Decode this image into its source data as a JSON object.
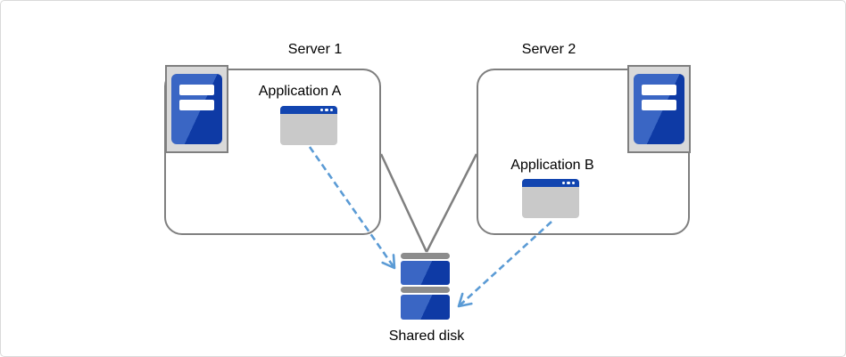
{
  "nodes": {
    "server1": {
      "label": "Server 1",
      "icon": "server-tower-icon"
    },
    "server2": {
      "label": "Server 2",
      "icon": "server-tower-icon"
    },
    "app_a": {
      "label": "Application A",
      "icon": "application-window-icon"
    },
    "app_b": {
      "label": "Application B",
      "icon": "application-window-icon"
    },
    "shared_disk": {
      "label": "Shared disk",
      "icon": "disk-stack-icon"
    }
  },
  "connections": [
    {
      "from": "server1",
      "to": "shared_disk",
      "style": "solid-line"
    },
    {
      "from": "server2",
      "to": "shared_disk",
      "style": "solid-line"
    },
    {
      "from": "app_a",
      "to": "shared_disk",
      "style": "dashed-arrow"
    },
    {
      "from": "app_b",
      "to": "shared_disk",
      "style": "dashed-arrow"
    }
  ],
  "colors": {
    "box_border": "#7f7f7f",
    "icon_frame_fill": "#d9d9d9",
    "server_blue_light": "#3a66c4",
    "server_blue_dark": "#0e3aa5",
    "window_title_blue": "#1245b0",
    "window_body_gray": "#c9c9c9",
    "disk_bar_gray": "#8c8c8c",
    "arrow_blue": "#5b9bd5",
    "label_color": "#000000",
    "canvas_border": "#d9d9d9",
    "canvas_bg": "#ffffff"
  }
}
